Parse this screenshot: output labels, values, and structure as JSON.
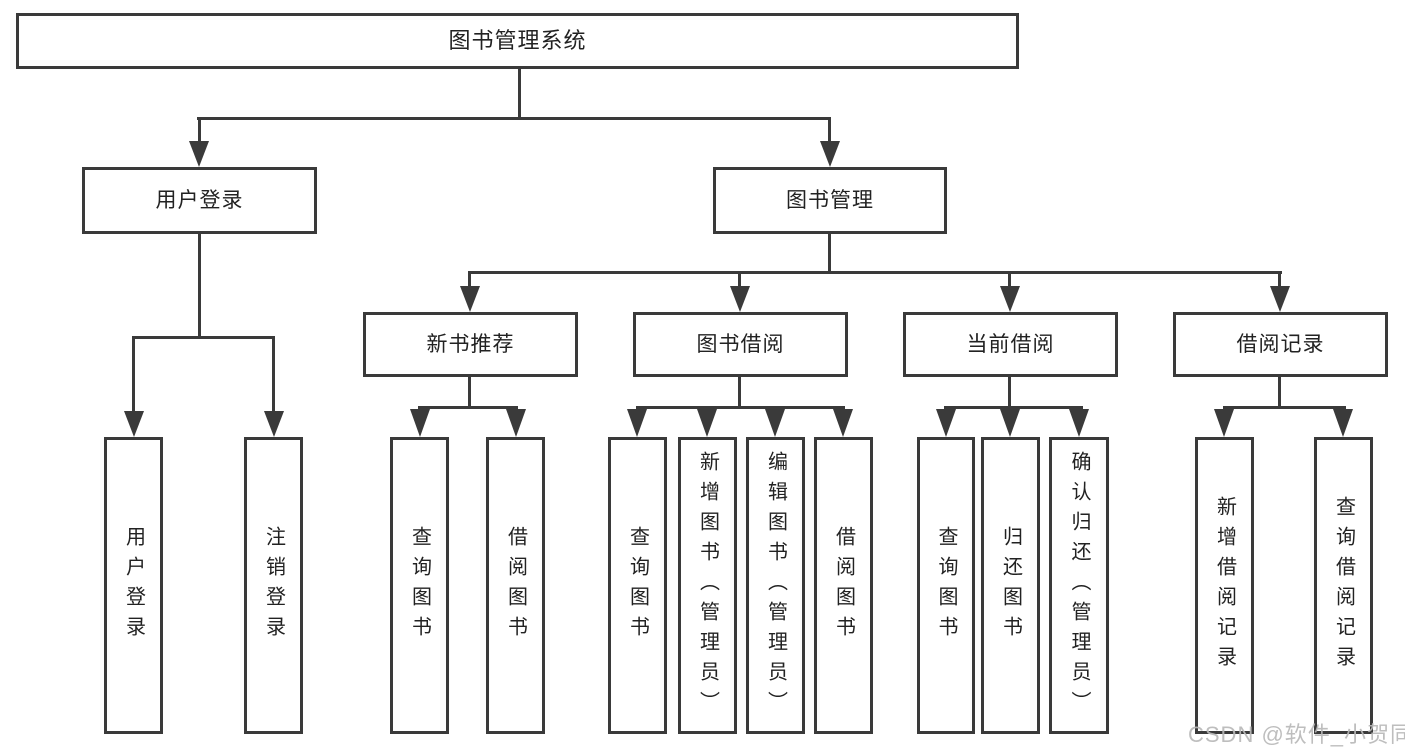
{
  "diagram_title": "图书管理系统",
  "tree": {
    "root": {
      "label": "图书管理系统",
      "children": [
        {
          "label": "用户登录",
          "children": [
            {
              "label": "用户登录"
            },
            {
              "label": "注销登录"
            }
          ]
        },
        {
          "label": "图书管理",
          "children": [
            {
              "label": "新书推荐",
              "children": [
                {
                  "label": "查询图书"
                },
                {
                  "label": "借阅图书"
                }
              ]
            },
            {
              "label": "图书借阅",
              "children": [
                {
                  "label": "查询图书"
                },
                {
                  "label": "新增图书（管理员）"
                },
                {
                  "label": "编辑图书（管理员）"
                },
                {
                  "label": "借阅图书"
                }
              ]
            },
            {
              "label": "当前借阅",
              "children": [
                {
                  "label": "查询图书"
                },
                {
                  "label": "归还图书"
                },
                {
                  "label": "确认归还（管理员）"
                }
              ]
            },
            {
              "label": "借阅记录",
              "children": [
                {
                  "label": "新增借阅记录"
                },
                {
                  "label": "查询借阅记录"
                }
              ]
            }
          ]
        }
      ]
    }
  },
  "watermark": "CSDN @软件_小贺同学",
  "colors": {
    "line": "#3a3a3a",
    "box_fill": "#ffffff",
    "text": "#222222",
    "watermark": "#b9b9b9",
    "background": "#ffffff"
  }
}
